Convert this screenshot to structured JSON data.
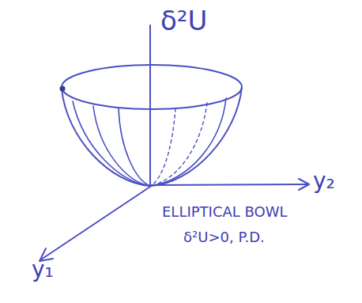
{
  "diagram": {
    "labels": [
      "δ²U",
      "y₂",
      "y₁",
      "ELLIPTICAL BOWL",
      "δ²U>0, P.D."
    ]
  }
}
